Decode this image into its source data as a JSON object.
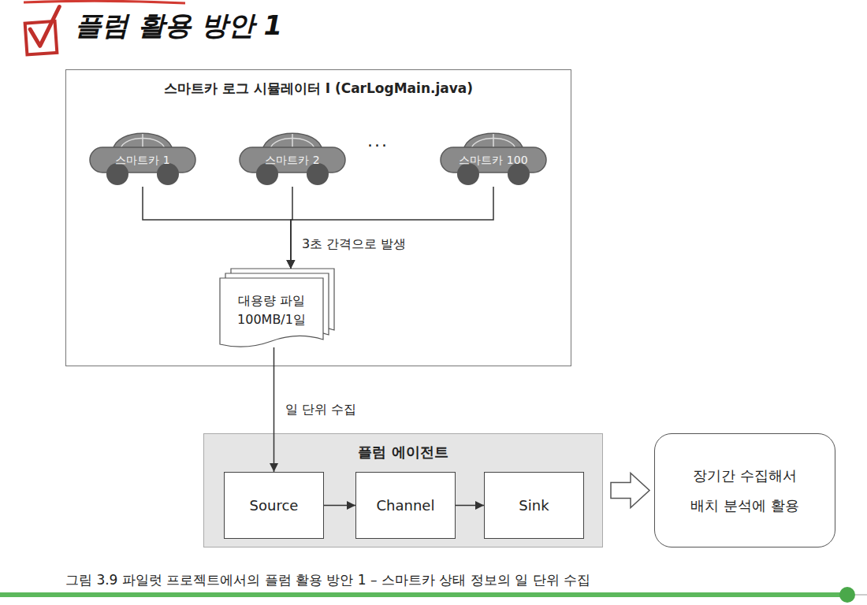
{
  "diagram": {
    "title": "플럼 활용 방안 1",
    "caption": "그림 3.9 파일럿 프로젝트에서의 플럼 활용 방안 1 – 스마트카 상태 정보의 일 단위 수집",
    "nodes": [
      {
        "text": [
          "스마트카 로그 시뮬레이터 I (CarLogMain.java)"
        ]
      },
      {
        "text": [
          "스마트카 1"
        ],
        "in": 0
      },
      {
        "text": [
          "스마트카 2"
        ],
        "in": 0
      },
      {
        "text": [
          "스마트카 100"
        ],
        "in": 0
      },
      {
        "text": [
          "대용량 파일 100MB/1일"
        ],
        "in": 0
      },
      {
        "text": [
          "플럼 에이전트"
        ]
      },
      {
        "text": [
          "Source"
        ],
        "in": 5
      },
      {
        "text": [
          "Channel"
        ],
        "in": 5
      },
      {
        "text": [
          "Sink"
        ],
        "in": 5
      },
      {
        "text": [
          "장기간 수집해서 배치 분석에 활용"
        ]
      }
    ],
    "edges": [
      {
        "from": 1,
        "to": 4,
        "arrow": "to"
      },
      {
        "from": 2,
        "to": 4,
        "arrow": "to",
        "label": "3초 간격으로 발생"
      },
      {
        "from": 3,
        "to": 4,
        "arrow": "to"
      },
      {
        "from": 4,
        "to": 6,
        "arrow": "to",
        "label": "일 단위 수집"
      },
      {
        "from": 6,
        "to": 7,
        "arrow": "to"
      },
      {
        "from": 7,
        "to": 8,
        "arrow": "to"
      },
      {
        "from": 5,
        "to": 9,
        "arrow": "to"
      }
    ],
    "labels": [
      "..."
    ]
  }
}
